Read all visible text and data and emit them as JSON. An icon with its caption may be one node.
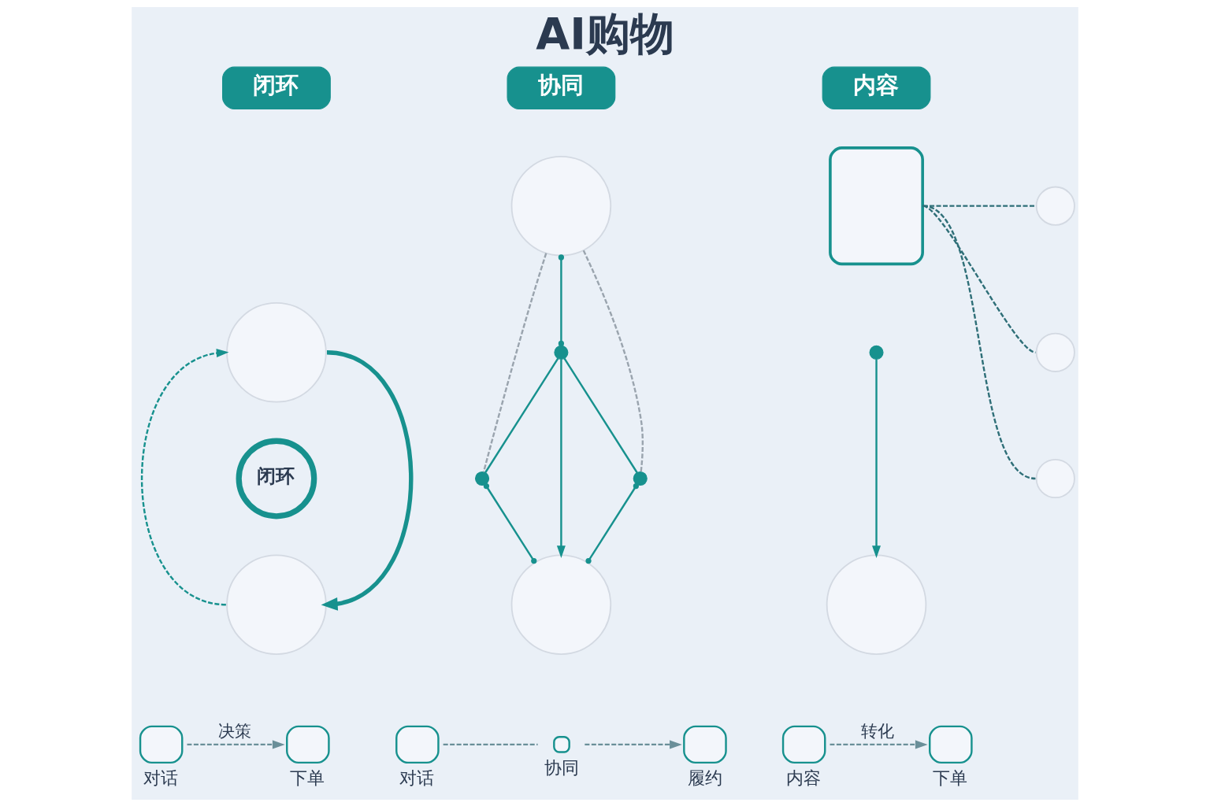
{
  "diagram": {
    "title": "AI购物",
    "nodes": [
      {
        "text": [
          "闭环"
        ]
      },
      {
        "text": [],
        "shape": "circle"
      },
      {
        "text": [
          "闭环"
        ]
      },
      {
        "text": [],
        "shape": "circle"
      },
      {
        "text": [],
        "shape": "box",
        "beside": [
          "对话"
        ]
      },
      {
        "text": [],
        "shape": "box",
        "beside": [
          "下单"
        ]
      },
      {
        "text": [
          "协同"
        ]
      },
      {
        "text": [],
        "shape": "circle"
      },
      {
        "text": [],
        "shape": "circle"
      },
      {
        "text": [],
        "shape": "circle"
      },
      {
        "text": [],
        "shape": "circle"
      },
      {
        "text": [],
        "shape": "circle"
      },
      {
        "text": [],
        "shape": "box",
        "beside": [
          "对话"
        ]
      },
      {
        "text": [],
        "shape": "circle",
        "beside": [
          "协同"
        ]
      },
      {
        "text": [],
        "shape": "box",
        "beside": [
          "履约"
        ]
      },
      {
        "text": [
          "内容"
        ]
      },
      {
        "text": [],
        "shape": "box"
      },
      {
        "text": [],
        "shape": "circle"
      },
      {
        "text": [],
        "shape": "circle"
      },
      {
        "text": [],
        "shape": "circle"
      },
      {
        "text": [],
        "shape": "circle"
      },
      {
        "text": [],
        "shape": "circle"
      },
      {
        "text": [],
        "shape": "box",
        "beside": [
          "内容"
        ]
      },
      {
        "text": [],
        "shape": "box",
        "beside": [
          "下单"
        ]
      }
    ],
    "edges": [
      {
        "from": 1,
        "to": 3,
        "arrow": "to",
        "style": "thick"
      },
      {
        "from": 3,
        "to": 1,
        "arrow": "to",
        "style": "dashed"
      },
      {
        "from": 4,
        "to": 5,
        "arrow": "to",
        "label": "决策",
        "style": "dashed",
        "color": "#6a8f99"
      },
      {
        "from": 7,
        "to": 8,
        "arrow": "other"
      },
      {
        "from": 8,
        "to": 11,
        "arrow": "to"
      },
      {
        "from": 8,
        "to": 9,
        "arrow": "none"
      },
      {
        "from": 8,
        "to": 10,
        "arrow": "none"
      },
      {
        "from": 9,
        "to": 11,
        "arrow": "other"
      },
      {
        "from": 10,
        "to": 11,
        "arrow": "other"
      },
      {
        "from": 7,
        "to": 9,
        "arrow": "none",
        "style": "dashed",
        "color": "#9aa4ae"
      },
      {
        "from": 7,
        "to": 10,
        "arrow": "none",
        "style": "dashed",
        "color": "#9aa4ae"
      },
      {
        "from": 12,
        "to": 13,
        "arrow": "none",
        "style": "dashed",
        "color": "#6a8f99"
      },
      {
        "from": 13,
        "to": 14,
        "arrow": "to",
        "style": "dashed",
        "color": "#6a8f99"
      },
      {
        "from": 16,
        "to": 17,
        "arrow": "none",
        "style": "dashed",
        "color": "#2f6f78"
      },
      {
        "from": 16,
        "to": 18,
        "arrow": "none",
        "style": "dashed",
        "color": "#2f6f78"
      },
      {
        "from": 16,
        "to": 19,
        "arrow": "none",
        "style": "dashed",
        "color": "#2f6f78"
      },
      {
        "from": 20,
        "to": 21,
        "arrow": "to"
      },
      {
        "from": 22,
        "to": 23,
        "arrow": "to",
        "label": "转化",
        "style": "dashed",
        "color": "#6a8f99"
      }
    ]
  }
}
